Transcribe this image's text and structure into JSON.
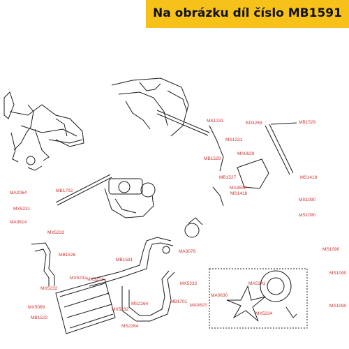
{
  "header": {
    "title": "Na obrázku díl číslo MB1591"
  },
  "colors": {
    "banner": "#f6c21a",
    "label": "#d0312d",
    "highlight_label": "#d0312d",
    "line": "#1a1a1a"
  },
  "part_labels": [
    "MA2064",
    "MX5231",
    "MA3614",
    "MX5232",
    "MB1702",
    "MB1526",
    "MX5232",
    "MX5232",
    "MX5069",
    "MB1522",
    "MX5232",
    "MS2264",
    "MX5232",
    "MS2264",
    "MB1701",
    "MB1591",
    "MA3078",
    "MX5232",
    "MS1231",
    "MS1231",
    "MB1528",
    "MB1527",
    "MA3596",
    "MS1418",
    "ED3289",
    "MB1529",
    "MA0629",
    "MS1418",
    "MS1090",
    "MS1090",
    "MS1090",
    "MS1090",
    "MA5341",
    "MA0630",
    "MA0615",
    "MX5234",
    "MS1090"
  ]
}
